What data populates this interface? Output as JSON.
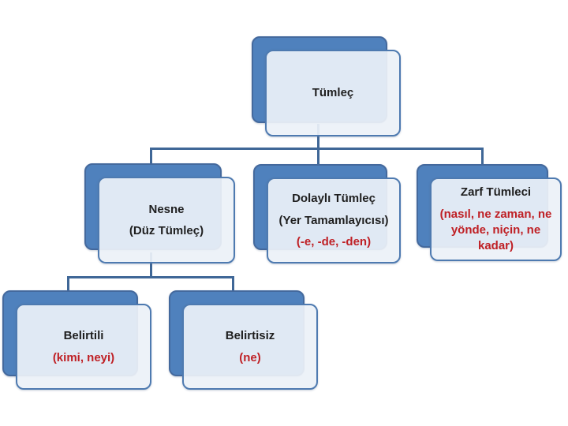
{
  "diagram": {
    "type": "hierarchy",
    "language": "tr",
    "colors": {
      "node_fill": "#4f81bd",
      "node_border": "#44699d",
      "card_fill": "rgba(236,241,248,0.93)",
      "card_border": "#4e7ab0",
      "connector": "#3f6797",
      "text_dark": "#1f1f1f",
      "text_red": "#bf2025"
    },
    "nodes": [
      {
        "id": "tumlec",
        "paragraphs": [
          {
            "text": "Tümleç"
          }
        ]
      },
      {
        "id": "nesne",
        "paragraphs": [
          {
            "text": "Nesne"
          },
          {
            "text": "(Düz Tümleç)"
          }
        ]
      },
      {
        "id": "dolayli",
        "paragraphs": [
          {
            "text": "Dolaylı Tümleç"
          },
          {
            "text": "(Yer Tamamlayıcısı)"
          },
          {
            "text": "(-e, -de, -den)"
          }
        ]
      },
      {
        "id": "zarf",
        "paragraphs": [
          {
            "text": "Zarf Tümleci"
          },
          {
            "text": "(nasıl, ne zaman, ne yönde, niçin, ne kadar)"
          }
        ]
      },
      {
        "id": "belirtili",
        "paragraphs": [
          {
            "text": "Belirtili"
          },
          {
            "text": "(kimi, neyi)"
          }
        ]
      },
      {
        "id": "belirtisiz",
        "paragraphs": [
          {
            "text": "Belirtisiz"
          },
          {
            "text": "(ne)"
          }
        ]
      }
    ],
    "edges": [
      {
        "from": "tumlec",
        "to": "nesne"
      },
      {
        "from": "tumlec",
        "to": "dolayli"
      },
      {
        "from": "tumlec",
        "to": "zarf"
      },
      {
        "from": "nesne",
        "to": "belirtili"
      },
      {
        "from": "nesne",
        "to": "belirtisiz"
      }
    ]
  }
}
